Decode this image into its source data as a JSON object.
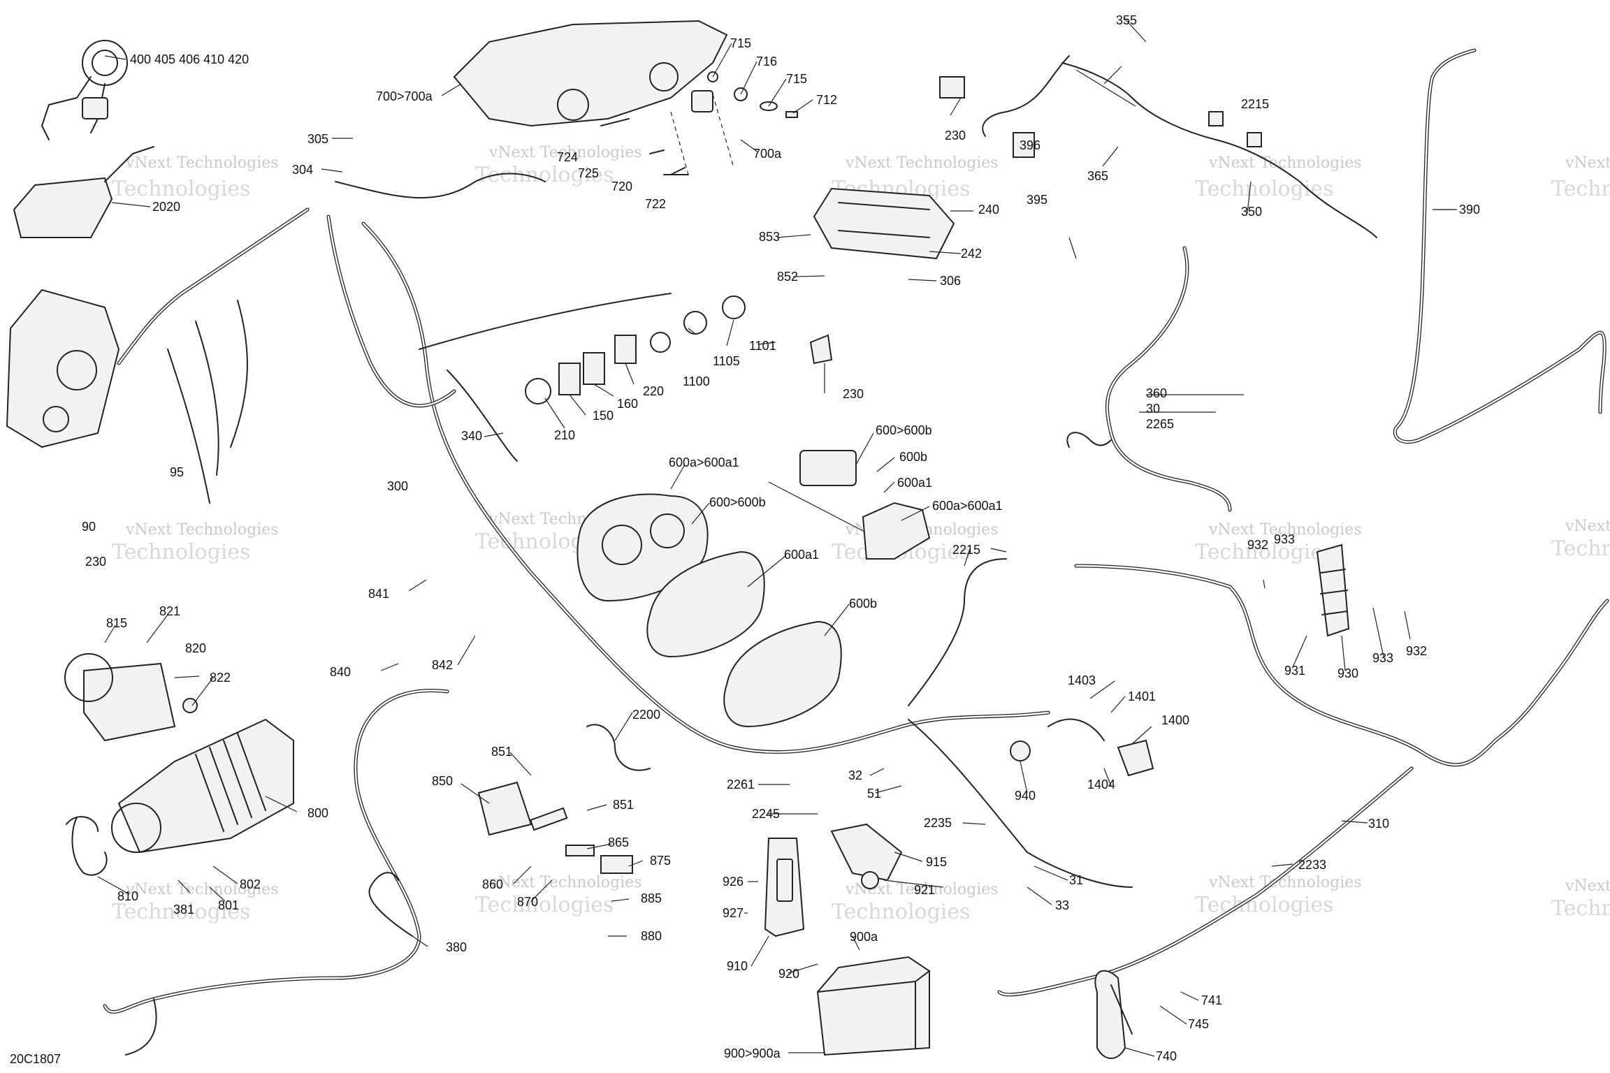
{
  "diagram_code": "20C1807",
  "watermark": {
    "line1": "vNext",
    "line2": "Technologies",
    "full_line1": "vNext Technologies"
  },
  "callouts": {
    "c_400_420": "400 405 406 410 420",
    "c_2020": "2020",
    "c_700_700a": "700>700a",
    "c_715a": "715",
    "c_716": "716",
    "c_715b": "715",
    "c_712": "712",
    "c_700a": "700a",
    "c_724": "724",
    "c_725": "725",
    "c_720": "720",
    "c_722": "722",
    "c_305": "305",
    "c_304": "304",
    "c_355": "355",
    "c_2215a": "2215",
    "c_396": "396",
    "c_365": "365",
    "c_395": "395",
    "c_350": "350",
    "c_230a": "230",
    "c_390": "390",
    "c_240": "240",
    "c_853": "853",
    "c_242": "242",
    "c_852": "852",
    "c_306": "306",
    "c_1101": "1101",
    "c_1105": "1105",
    "c_1100": "1100",
    "c_230b": "230",
    "c_220": "220",
    "c_160": "160",
    "c_150": "150",
    "c_210": "210",
    "c_340": "340",
    "c_360": "360",
    "c_30": "30",
    "c_2265": "2265",
    "c_95": "95",
    "c_90": "90",
    "c_230c": "230",
    "c_300": "300",
    "c_600_600b_a": "600>600b",
    "c_600b_a": "600b",
    "c_600a1_a": "600a1",
    "c_600a_600a1_b": "600a>600a1",
    "c_600a_600a1_a": "600a>600a1",
    "c_600_600b_b": "600>600b",
    "c_600a1_b": "600a1",
    "c_600b_b": "600b",
    "c_2215b": "2215",
    "c_932a": "932",
    "c_933a": "933",
    "c_931": "931",
    "c_930": "930",
    "c_933b": "933",
    "c_932b": "932",
    "c_841": "841",
    "c_840": "840",
    "c_842": "842",
    "c_815": "815",
    "c_821": "821",
    "c_820": "820",
    "c_822": "822",
    "c_800": "800",
    "c_810": "810",
    "c_381": "381",
    "c_801": "801",
    "c_802": "802",
    "c_2200": "2200",
    "c_851a": "851",
    "c_850": "850",
    "c_851b": "851",
    "c_865": "865",
    "c_875": "875",
    "c_860": "860",
    "c_870": "870",
    "c_885": "885",
    "c_880": "880",
    "c_380": "380",
    "c_2261": "2261",
    "c_2245": "2245",
    "c_32": "32",
    "c_51": "51",
    "c_1403": "1403",
    "c_1401": "1401",
    "c_1400": "1400",
    "c_1404": "1404",
    "c_940": "940",
    "c_2235": "2235",
    "c_915": "915",
    "c_921": "921",
    "c_31": "31",
    "c_33": "33",
    "c_926": "926",
    "c_927": "927",
    "c_910": "910",
    "c_920": "920",
    "c_900a": "900a",
    "c_900_900a": "900>900a",
    "c_310": "310",
    "c_2233": "2233",
    "c_741": "741",
    "c_745": "745",
    "c_740": "740"
  }
}
